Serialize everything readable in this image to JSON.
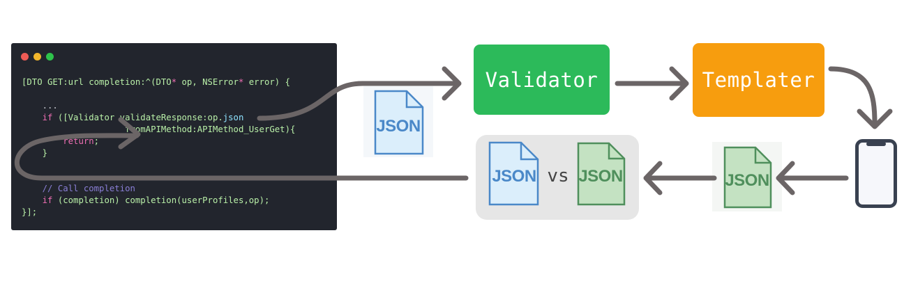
{
  "code_window": {
    "lines": [
      [
        {
          "t": "[DTO GET:url completion:^(DTO",
          "c": "c-def"
        },
        {
          "t": "*",
          "c": "c-kw"
        },
        {
          "t": " op, NSError",
          "c": "c-def"
        },
        {
          "t": "*",
          "c": "c-kw"
        },
        {
          "t": " error) {",
          "c": "c-def"
        }
      ],
      [
        {
          "t": "    ...",
          "c": "c-dim"
        }
      ],
      [
        {
          "t": "    ",
          "c": "c-def"
        },
        {
          "t": "if",
          "c": "c-kw"
        },
        {
          "t": " ([Validator validateResponse:op.",
          "c": "c-def"
        },
        {
          "t": "json",
          "c": "c-str"
        }
      ],
      [
        {
          "t": "                    fromAPIMethod:APIMethod_UserGet){",
          "c": "c-def"
        }
      ],
      [
        {
          "t": "        ",
          "c": "c-def"
        },
        {
          "t": "return",
          "c": "c-kw"
        },
        {
          "t": ";",
          "c": "c-def"
        }
      ],
      [
        {
          "t": "    }",
          "c": "c-def"
        }
      ],
      [
        {
          "t": "    ...",
          "c": "c-dim"
        }
      ],
      [
        {
          "t": "    // Call completion",
          "c": "c-cmt"
        }
      ],
      [
        {
          "t": "    ",
          "c": "c-def"
        },
        {
          "t": "if",
          "c": "c-kw"
        },
        {
          "t": " (completion) completion(userProfiles,op);",
          "c": "c-def"
        }
      ],
      [
        {
          "t": "}];",
          "c": "c-def"
        }
      ]
    ]
  },
  "validator": {
    "label": "Validator"
  },
  "templater": {
    "label": "Templater"
  },
  "json_file_label": "JSON",
  "vs_label": "vs",
  "colors": {
    "validator": "#2cba5a",
    "templater": "#f79d0e",
    "arrow": "#6b6566",
    "json_blue": "#4a88c8",
    "json_green": "#4f8f5c",
    "editor_bg": "#22252d"
  },
  "icons": [
    "json-file-icon-blue",
    "json-file-icon-green",
    "phone-icon",
    "arrow-icon"
  ]
}
